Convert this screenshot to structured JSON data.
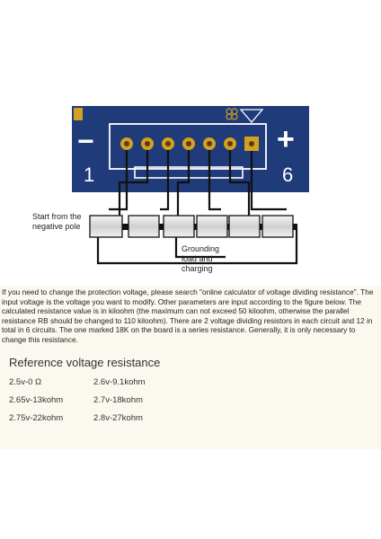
{
  "board": {
    "minus_sign": "−",
    "plus_sign": "+",
    "pin_first": "1",
    "pin_last": "6"
  },
  "labels": {
    "start_line1": "Start from the",
    "start_line2": "negative pole",
    "ground_line1": "Grounding",
    "ground_line2": "load and",
    "ground_line3": "charging"
  },
  "description": "If you need to change the protection voltage, please search \"online calculator of voltage dividing resistance\". The input voltage is the voltage you want to modify. Other parameters are input according to the figure below. The calculated resistance value is in kiloohm (the maximum can not exceed 50 kiloohm, otherwise the parallel resistance RB should be changed to 110 kiloohm). There are 2 voltage dividing resistors in each circuit and 12 in total in 6 circuits. The one marked 18K on the board is a series resistance. Generally, it is only necessary to change this resistance.",
  "reference": {
    "title": "Reference voltage resistance",
    "rows": [
      [
        "2.5v-0 Ω",
        "2.6v-9.1kohm"
      ],
      [
        "2.65v-13kohm",
        "2.7v-18kohm"
      ],
      [
        "2.75v-22kohm",
        "2.8v-27kohm"
      ]
    ]
  },
  "colors": {
    "pcb": "#1f3b7a",
    "pad_gold": "#d4a11e",
    "wire": "#111111",
    "silkscreen": "#ffffff"
  }
}
